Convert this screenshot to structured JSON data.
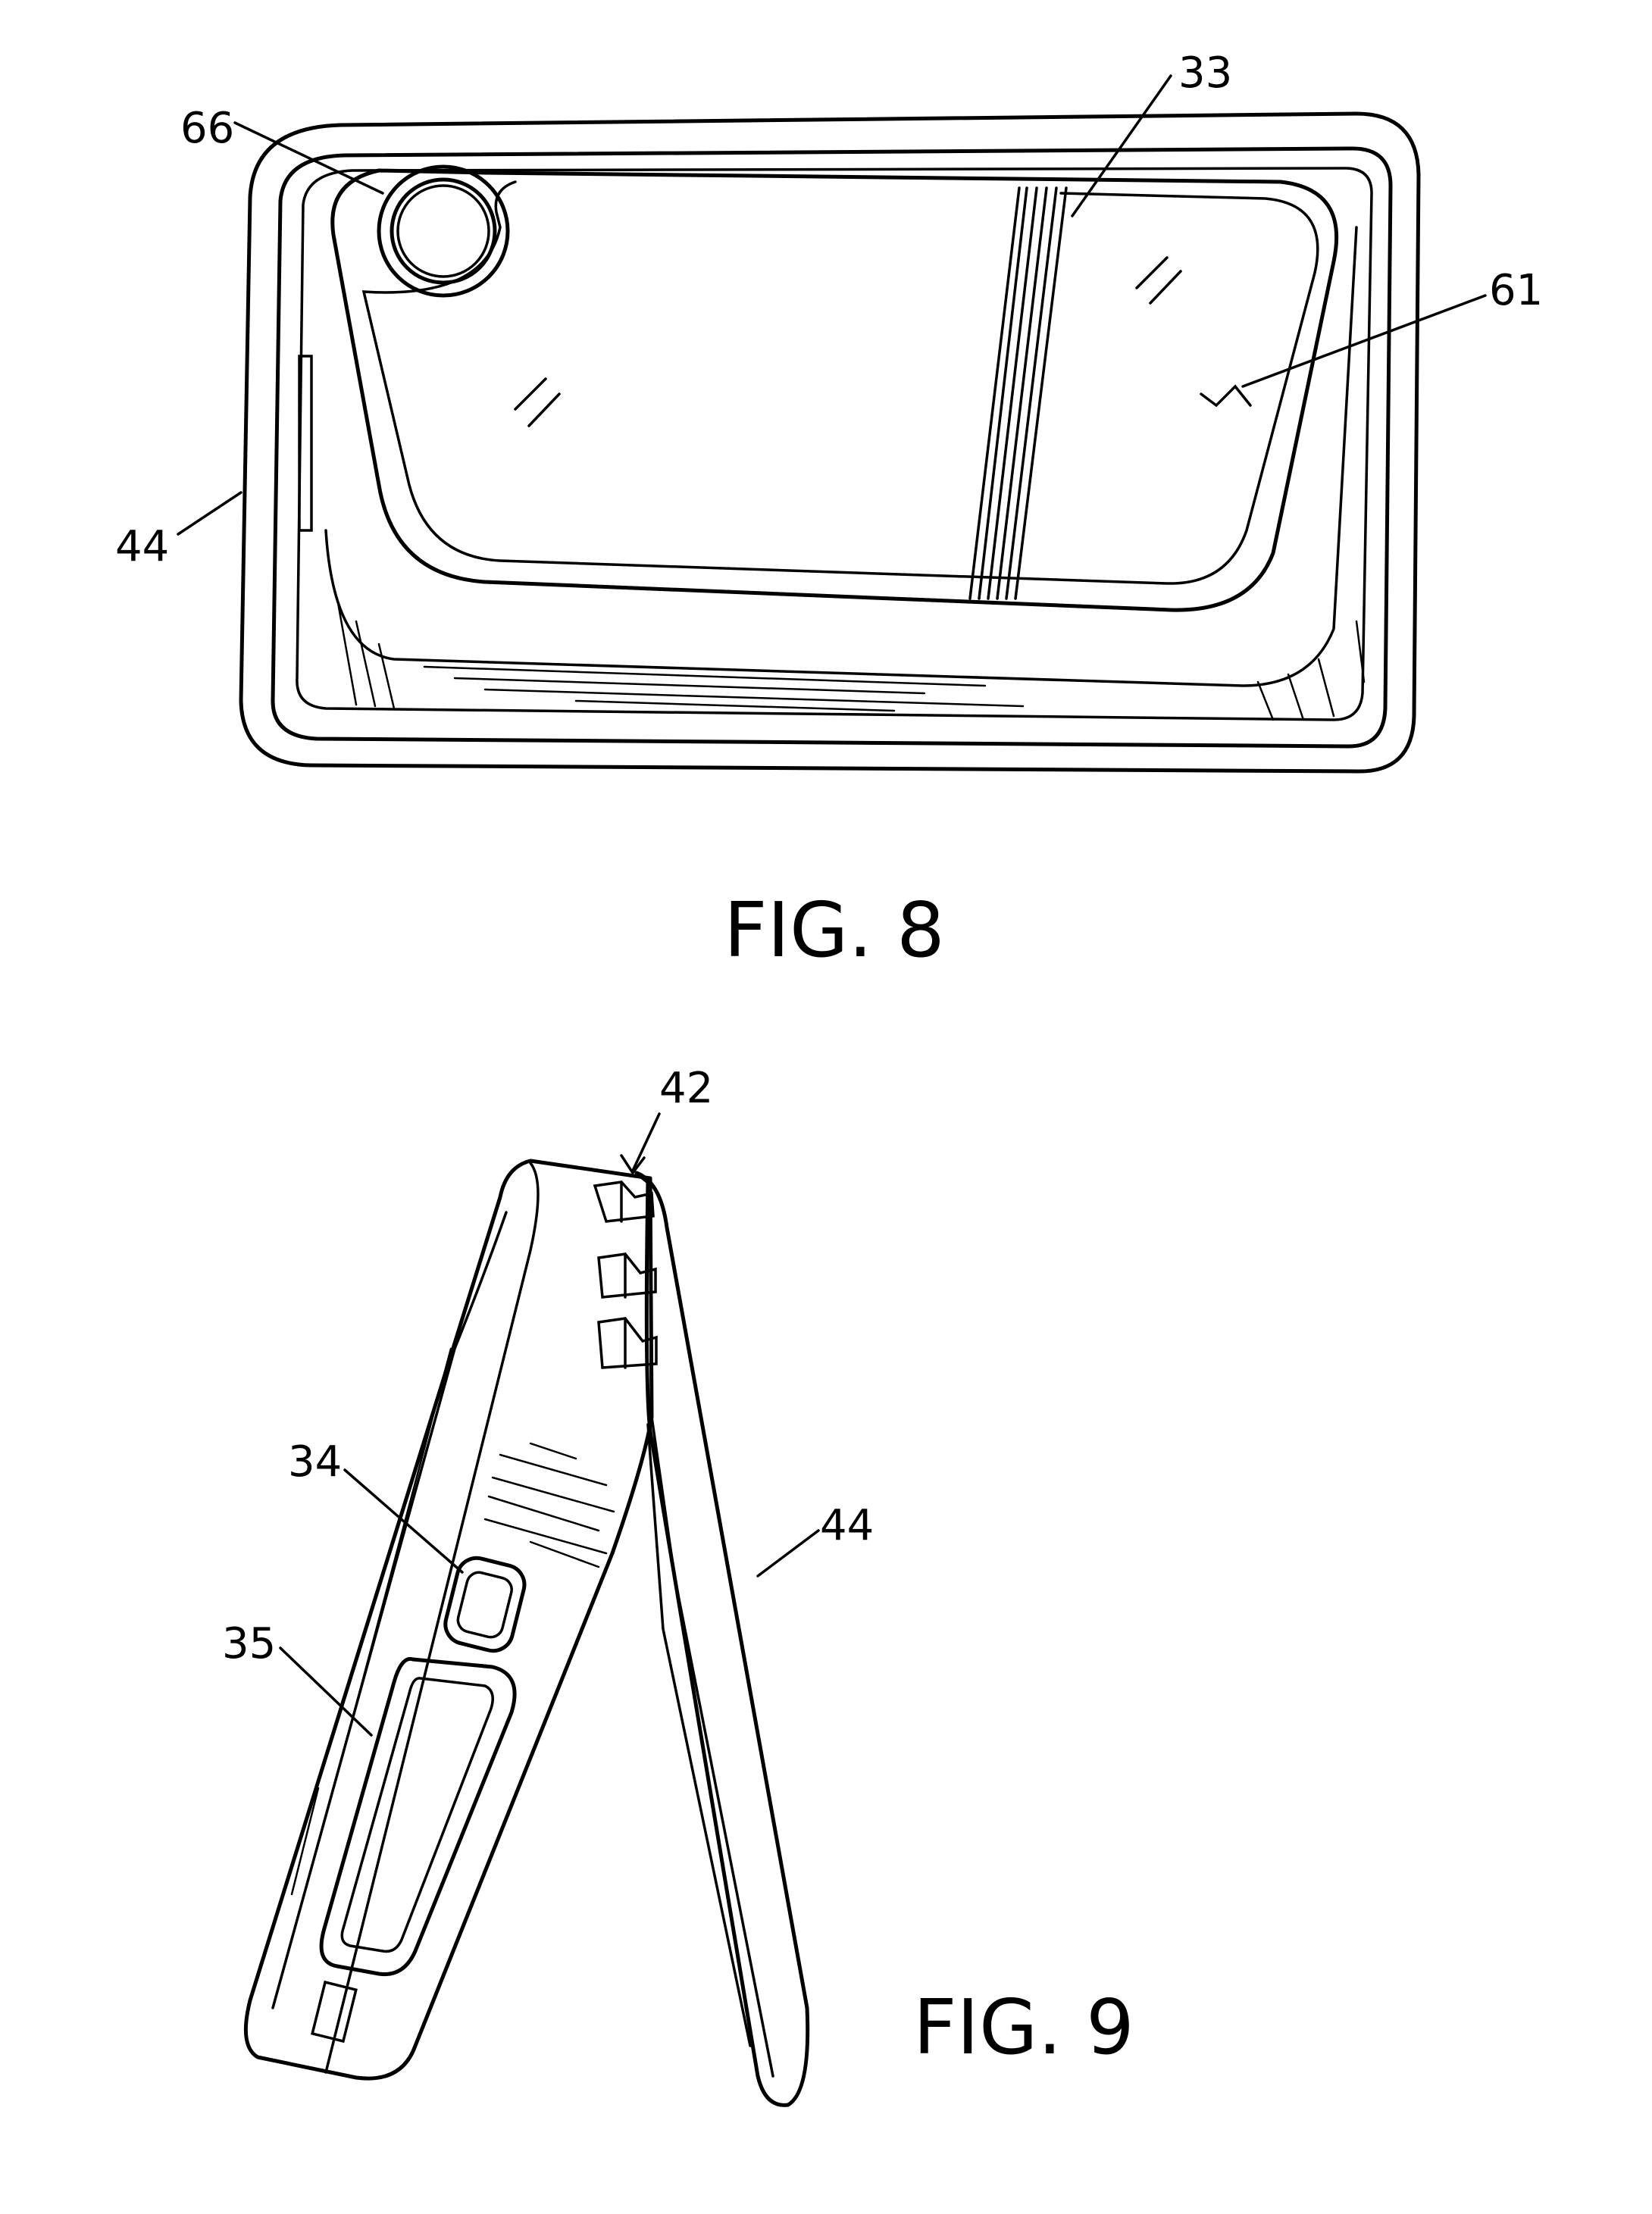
{
  "figure8": {
    "caption": "FIG. 8",
    "labels": {
      "l66": "66",
      "l33": "33",
      "l61": "61",
      "l44": "44"
    }
  },
  "figure9": {
    "caption": "FIG. 9",
    "labels": {
      "l42": "42",
      "l34": "34",
      "l35": "35",
      "l44": "44"
    }
  }
}
